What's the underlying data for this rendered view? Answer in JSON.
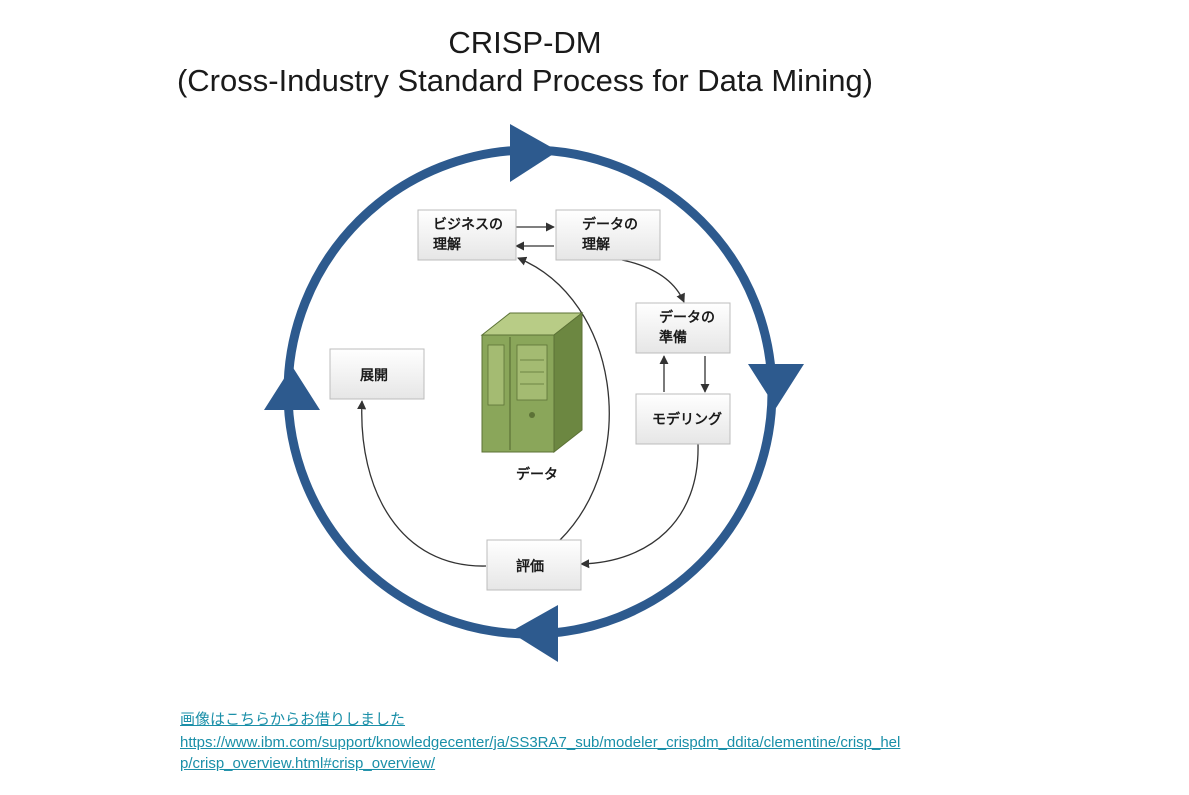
{
  "title": {
    "line1": "CRISP-DM",
    "line2": "(Cross-Industry Standard Process for Data Mining)"
  },
  "diagram": {
    "boxes": {
      "business_understanding": {
        "line1": "ビジネスの",
        "line2": "理解"
      },
      "data_understanding": {
        "line1": "データの",
        "line2": "理解"
      },
      "data_preparation": {
        "line1": "データの",
        "line2": "準備"
      },
      "modeling": {
        "line1": "モデリング"
      },
      "evaluation": {
        "line1": "評価"
      },
      "deployment": {
        "line1": "展開"
      }
    },
    "center_label": "データ",
    "center_icon": "server-icon",
    "colors": {
      "cycle_ring": "#2d5a8e",
      "box_fill": "#f3f3f3",
      "box_border": "#bcbcbc",
      "server_green": "#8aa65a"
    }
  },
  "source": {
    "note": "画像はこちらからお借りしました",
    "url_line1": "https://www.ibm.com/support/knowledgecenter/ja/SS3RA7_sub/modeler_crispdm_ddita/clementine/crisp_hel",
    "url_line2": "p/crisp_overview.html#crisp_overview/"
  }
}
